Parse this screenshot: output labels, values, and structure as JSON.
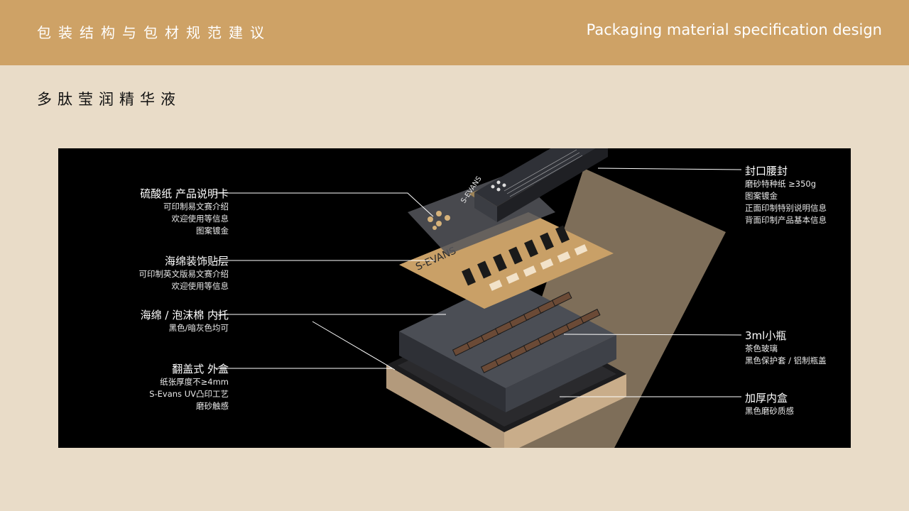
{
  "header": {
    "title_cn": "包装结构与包材规范建议",
    "title_en": "Packaging material specification design"
  },
  "subtitle": "多肽莹润精华液",
  "product": {
    "brand_mark": "S-EVANS"
  },
  "callouts_left": [
    {
      "title": "硫酸纸 产品说明卡",
      "lines": [
        "可印制易文赛介绍",
        "欢迎使用等信息",
        "图案镀金"
      ]
    },
    {
      "title": "海绵装饰贴层",
      "lines": [
        "可印制英文版易文赛介绍",
        "欢迎使用等信息"
      ]
    },
    {
      "title": "海绵 / 泡沫棉 内托",
      "lines": [
        "黑色/暗灰色均可"
      ]
    },
    {
      "title": "翻盖式 外盒",
      "lines": [
        "纸张厚度不≥4mm",
        "S-Evans UV凸印工艺",
        "磨砂触感"
      ]
    }
  ],
  "callouts_right": [
    {
      "title": "封口腰封",
      "lines": [
        "磨砂特种纸 ≥350g",
        "图案镀金",
        "正面印制特别说明信息",
        "背面印制产品基本信息"
      ]
    },
    {
      "title": "3ml小瓶",
      "lines": [
        "茶色玻璃",
        "黑色保护套 / 铝制瓶盖"
      ]
    },
    {
      "title": "加厚内盒",
      "lines": [
        "黑色磨砂质感"
      ]
    }
  ],
  "colors": {
    "header_bg": "#cea266",
    "page_bg": "#e9dcc8",
    "panel_bg": "#000000",
    "gold": "#c9a067",
    "dark_box": "#3a3d44"
  }
}
